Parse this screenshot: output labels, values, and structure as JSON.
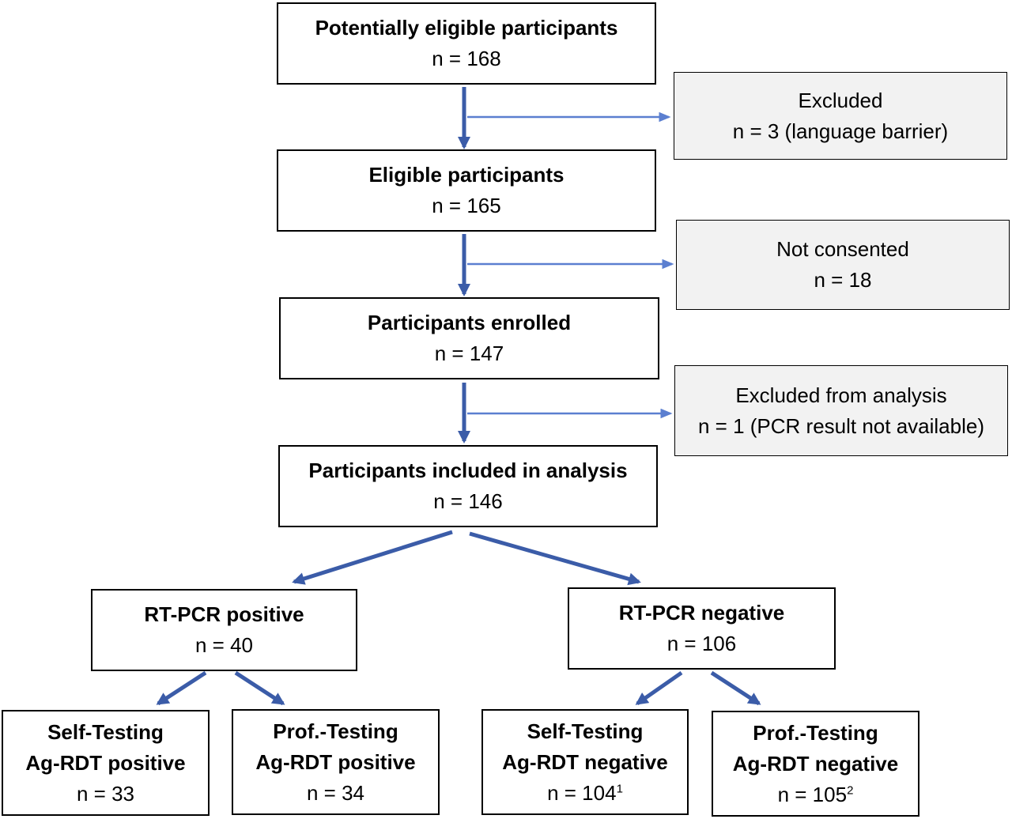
{
  "boxes": {
    "potentially_eligible": {
      "title": "Potentially eligible participants",
      "count": "n = 168"
    },
    "excluded": {
      "title": "Excluded",
      "count": "n = 3 (language barrier)"
    },
    "eligible": {
      "title": "Eligible participants",
      "count": "n = 165"
    },
    "not_consented": {
      "title": "Not consented",
      "count": "n = 18"
    },
    "enrolled": {
      "title": "Participants enrolled",
      "count": "n = 147"
    },
    "excluded_analysis": {
      "title": "Excluded from analysis",
      "count": "n = 1 (PCR result not available)"
    },
    "included": {
      "title": "Participants included in analysis",
      "count": "n = 146"
    },
    "pcr_positive": {
      "title": "RT-PCR positive",
      "count": "n = 40"
    },
    "pcr_negative": {
      "title": "RT-PCR negative",
      "count": "n = 106"
    },
    "self_positive": {
      "line1": "Self-Testing",
      "line2": "Ag-RDT positive",
      "count": "n = 33"
    },
    "prof_positive": {
      "line1": "Prof.-Testing",
      "line2": "Ag-RDT positive",
      "count": "n = 34"
    },
    "self_negative": {
      "line1": "Self-Testing",
      "line2": "Ag-RDT negative",
      "count": "n = 104",
      "footnote": "1"
    },
    "prof_negative": {
      "line1": "Prof.-Testing",
      "line2": "Ag-RDT negative",
      "count": "n = 105",
      "footnote": "2"
    }
  },
  "colors": {
    "arrow": "#3b5ca8",
    "side_arrow": "#5b7fd0",
    "side_fill": "#f2f2f2"
  }
}
